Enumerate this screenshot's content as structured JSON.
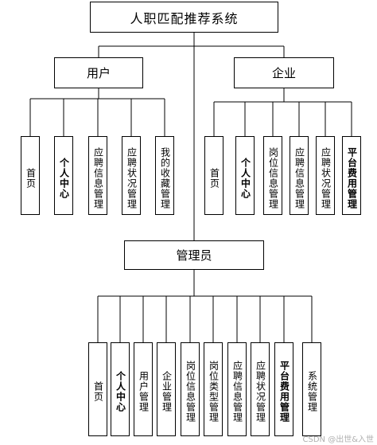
{
  "root": {
    "label": "人职匹配推荐系统"
  },
  "groups": {
    "user": {
      "label": "用户",
      "items": [
        {
          "label": "首页",
          "bold": false
        },
        {
          "label": "个人中心",
          "bold": true
        },
        {
          "label": "应聘信息管理",
          "bold": false
        },
        {
          "label": "应聘状况管理",
          "bold": false
        },
        {
          "label": "我的收藏管理",
          "bold": false
        }
      ]
    },
    "company": {
      "label": "企业",
      "items": [
        {
          "label": "首页",
          "bold": false
        },
        {
          "label": "个人中心",
          "bold": true
        },
        {
          "label": "岗位信息管理",
          "bold": false
        },
        {
          "label": "应聘信息管理",
          "bold": false
        },
        {
          "label": "应聘状况管理",
          "bold": false
        },
        {
          "label": "平台费用管理",
          "bold": true
        }
      ]
    },
    "admin": {
      "label": "管理员",
      "items": [
        {
          "label": "首页",
          "bold": false
        },
        {
          "label": "个人中心",
          "bold": true
        },
        {
          "label": "用户管理",
          "bold": false
        },
        {
          "label": "企业管理",
          "bold": false
        },
        {
          "label": "岗位信息管理",
          "bold": false
        },
        {
          "label": "岗位类型管理",
          "bold": false
        },
        {
          "label": "应聘信息管理",
          "bold": false
        },
        {
          "label": "应聘状况管理",
          "bold": false
        },
        {
          "label": "平台费用管理",
          "bold": true
        },
        {
          "label": "系统管理",
          "bold": false
        }
      ]
    }
  },
  "watermark": "CSDN @出世&入世"
}
